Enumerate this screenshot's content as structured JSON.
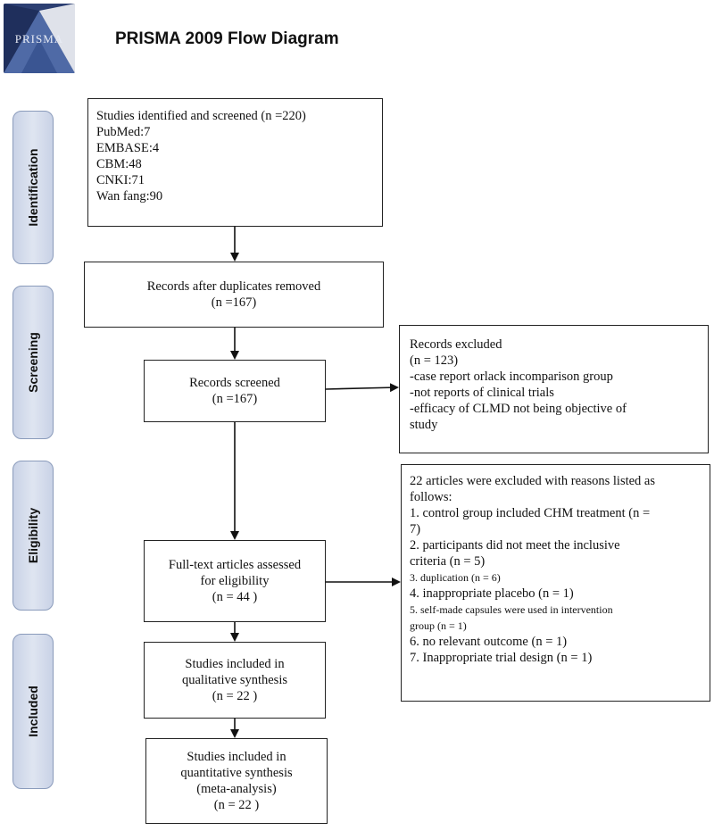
{
  "header": {
    "logo_text": "PRISMA",
    "title": "PRISMA 2009 Flow Diagram"
  },
  "phases": {
    "identification": "Identification",
    "screening": "Screening",
    "eligibility": "Eligibility",
    "included": "Included"
  },
  "boxes": {
    "identified": {
      "lines": [
        "Studies identified and screened (n =220)",
        "PubMed:7",
        "EMBASE:4",
        "CBM:48",
        "CNKI:71",
        "Wan fang:90"
      ]
    },
    "duplicates_removed": {
      "lines": [
        "Records after duplicates removed",
        "(n =167)"
      ]
    },
    "screened": {
      "lines": [
        "Records screened",
        "(n =167)"
      ]
    },
    "records_excluded": {
      "lines": [
        "Records excluded",
        "(n = 123)",
        "-case report orlack incomparison group",
        "-not reports of clinical trials",
        "-efficacy of CLMD not being objective of",
        "study"
      ]
    },
    "fulltext_assessed": {
      "lines": [
        "Full-text articles assessed",
        "for eligibility",
        "(n = 44 )"
      ]
    },
    "fulltext_excluded": {
      "lines": [
        "22 articles were excluded with reasons listed as",
        "follows:",
        "1.  control group included CHM treatment (n =",
        "7)",
        "2.  participants did not meet the inclusive",
        "criteria (n = 5)",
        "3.  duplication (n = 6)",
        "4.  inappropriate placebo (n = 1)",
        "5.  self-made capsules were used in intervention",
        "group (n = 1)",
        "6.  no relevant outcome (n = 1)",
        "7.  Inappropriate trial design (n = 1)"
      ]
    },
    "qualitative": {
      "lines": [
        "Studies included in",
        "qualitative synthesis",
        "(n =  22 )"
      ]
    },
    "quantitative": {
      "lines": [
        "Studies included in",
        "quantitative synthesis",
        "(meta-analysis)",
        "(n =  22 )"
      ]
    }
  }
}
